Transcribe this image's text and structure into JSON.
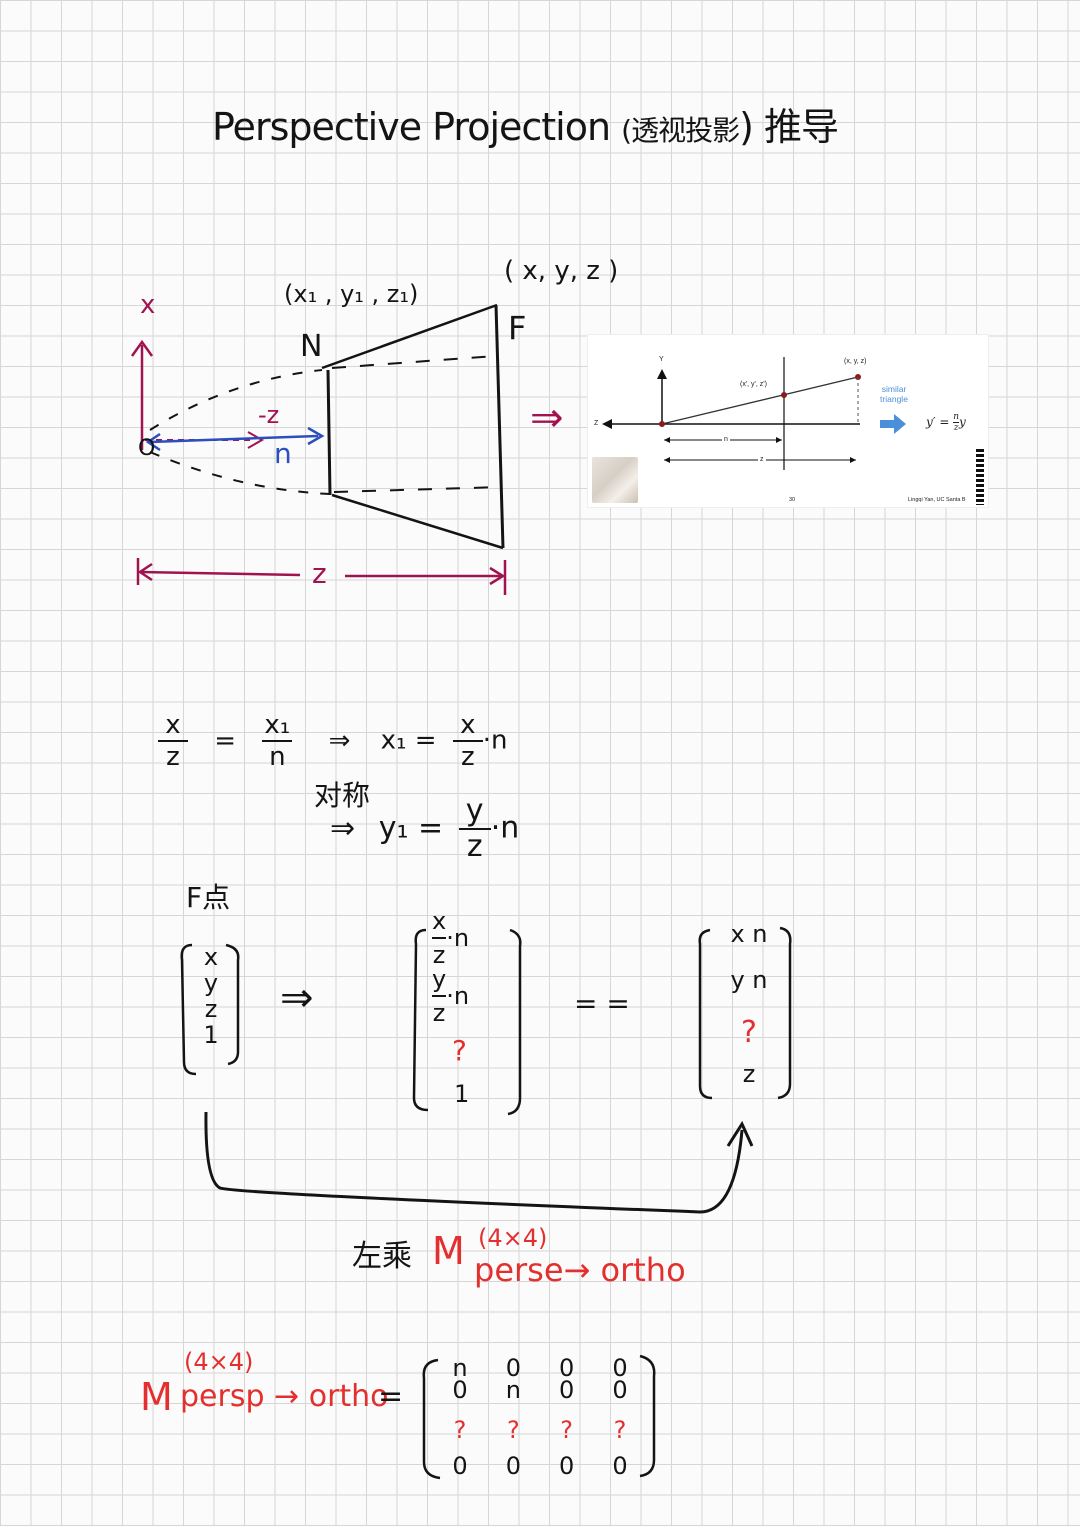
{
  "title": {
    "main": "Perspective Projection",
    "paren_open": "(",
    "chinese": "透视投影",
    "paren_close": ")",
    "suffix": "推导"
  },
  "frustum": {
    "near_point": "(x₁ , y₁ , z₁)",
    "far_point": "( x, y, z )",
    "near_label": "N",
    "far_label": "F",
    "axis_x": "x",
    "origin": "O",
    "neg_z": "-z",
    "n_label": "n",
    "z_label": "z",
    "implies": "⇒"
  },
  "slide": {
    "y_axis": "Y",
    "z_axis": "Z",
    "point_near": "(x', y', z')",
    "point_far": "(x, y, z)",
    "n_dim": "n",
    "z_dim": "z",
    "similar_triangle": [
      "similar",
      "triangle"
    ],
    "formula_lhs": "y′ =",
    "formula_num": "n",
    "formula_den": "z",
    "formula_rhs": "y",
    "page_number": "30",
    "credit": "Lingqi Yan, UC Santa B"
  },
  "derivation": {
    "frac1_num": "x",
    "frac1_den": "z",
    "eq": "=",
    "frac2_num": "x₁",
    "frac2_den": "n",
    "implies": "⇒",
    "x1_lhs": "x₁ =",
    "frac3_num": "x",
    "frac3_den": "z",
    "times_n": "·n",
    "symmetric": "对称",
    "y1_lhs": "y₁ =",
    "frac4_num": "y",
    "frac4_den": "z"
  },
  "vectors": {
    "f_point": "F点",
    "vec1": [
      "x",
      "y",
      "z",
      "1"
    ],
    "implies": "⇒",
    "vec2": [
      {
        "num": "x",
        "den": "z",
        "suffix": "·n"
      },
      {
        "num": "y",
        "den": "z",
        "suffix": "·n"
      },
      {
        "text": "?"
      },
      {
        "text": "1"
      }
    ],
    "eqeq": "= =",
    "vec3": [
      "x n",
      "y n",
      "?",
      "z"
    ]
  },
  "left_mult": {
    "label": "左乘",
    "M": "M",
    "superscript": "(4×4)",
    "subscript": "perse→ ortho"
  },
  "matrix": {
    "M": "M",
    "superscript": "(4×4)",
    "subscript": "persp → ortho",
    "eq": "=",
    "rows": [
      [
        "n",
        "0",
        "0",
        "0"
      ],
      [
        "0",
        "n",
        "0",
        "0"
      ],
      [
        "?",
        "?",
        "?",
        "?"
      ],
      [
        "0",
        "0",
        "0",
        "0"
      ]
    ]
  },
  "colors": {
    "ink": "#141414",
    "red": "#e3302f",
    "maroon": "#a1134f",
    "blue": "#2b4fbf",
    "slide_accent": "#4a90d9"
  }
}
